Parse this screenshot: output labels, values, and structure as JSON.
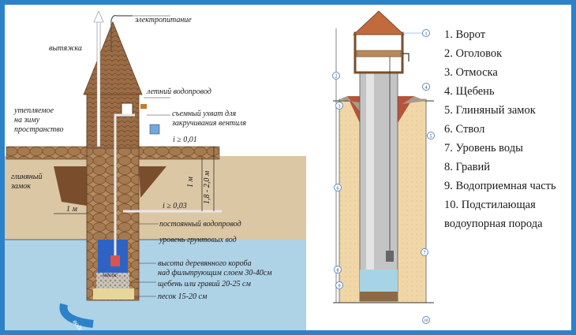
{
  "left": {
    "labels": {
      "power": "электропитание",
      "vent": "вытяжка",
      "summer_pipe": "летний водопровод",
      "insulated_1": "утепляемое",
      "insulated_2": "на зиму",
      "insulated_3": "пространство",
      "grip_1": "съемный ухват для",
      "grip_2": "закручивания вентиля",
      "slope_1": "i ≥ 0,01",
      "clay_1": "глиняный",
      "clay_2": "замок",
      "dim_1m_v": "1 м",
      "dim_depth": "1,8 - 2,0 м",
      "dim_1m_h": "1 м",
      "slope_2": "i ≥ 0,03",
      "permanent_pipe": "постоянный водопровод",
      "groundwater": "уровень грунтовых вод",
      "pump": "насос",
      "box_1": "высота деревянного короба",
      "box_2": "над фильтрующим слоем 30-40см",
      "gravel": "щебень или гравий 20-25 см",
      "sand": "песок 15-20 см",
      "water": "вода"
    }
  },
  "legend": [
    "1. Ворот",
    "2. Оголовок",
    "3. Отмоска",
    "4. Щебень",
    "5. Глиняный замок",
    "6. Ствол",
    "7. Уровень воды",
    "8. Гравий",
    "9. Водоприемная часть",
    "10. Подстилающая",
    "водоупорная порода"
  ],
  "callouts": [
    "1",
    "2",
    "3",
    "4",
    "5",
    "6",
    "7",
    "8",
    "9",
    "10"
  ],
  "colors": {
    "frame": "#2c82c9",
    "soil": "#dcc7a5",
    "water": "#aed2e6",
    "wood": "#a67c55",
    "roof": "#8b6240"
  }
}
